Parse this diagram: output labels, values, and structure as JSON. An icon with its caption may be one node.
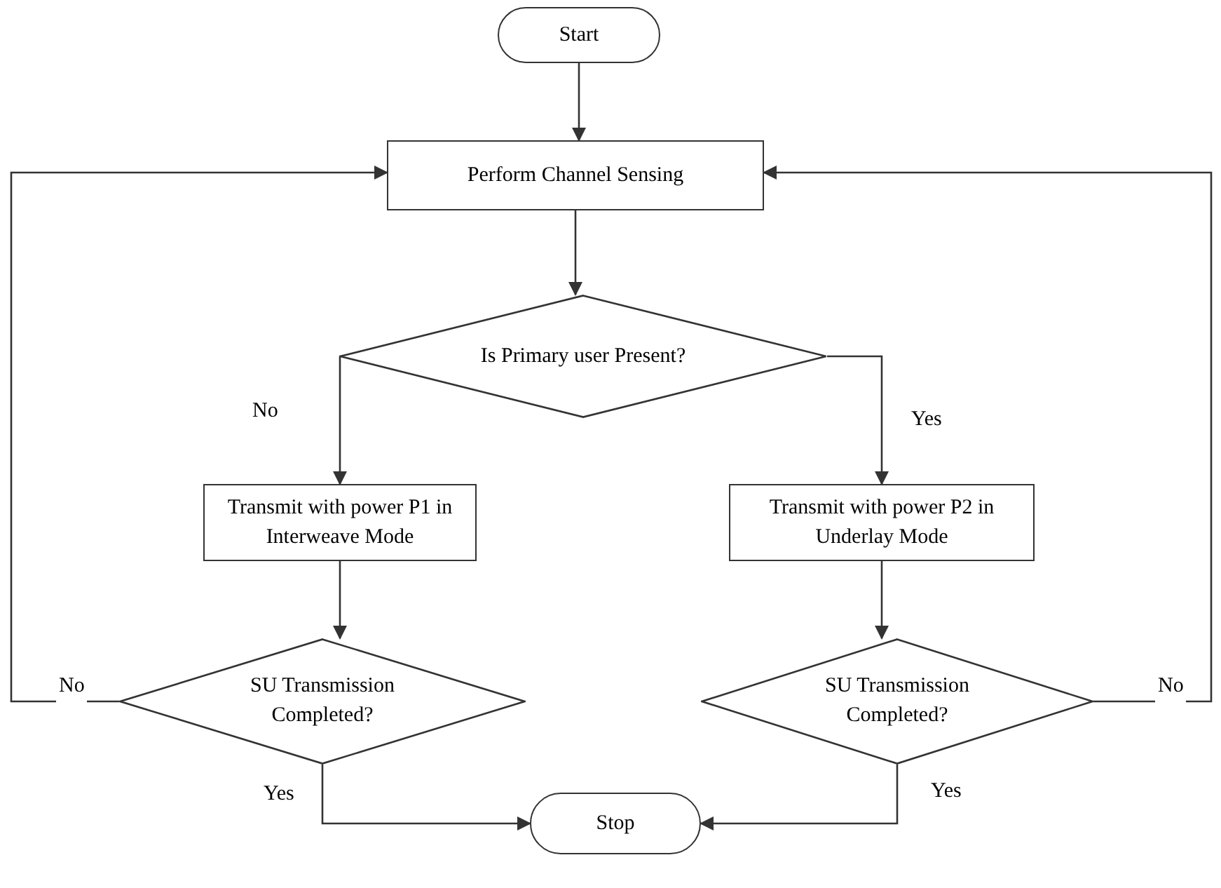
{
  "diagram": {
    "nodes": [
      {
        "text": [
          "Start"
        ]
      },
      {
        "text": [
          "Perform Channel Sensing"
        ]
      },
      {
        "text": [
          "Is Primary user Present?"
        ]
      },
      {
        "text": [
          "Transmit with power P1 in Interweave Mode"
        ]
      },
      {
        "text": [
          "Transmit with power P2 in Underlay Mode"
        ]
      },
      {
        "text": [
          "SU Transmission Completed?"
        ]
      },
      {
        "text": [
          "SU Transmission Completed?"
        ]
      },
      {
        "text": [
          "Stop"
        ]
      }
    ],
    "edges": [
      {
        "from": 0,
        "to": 1,
        "arrow": "to"
      },
      {
        "from": 1,
        "to": 2,
        "arrow": "to"
      },
      {
        "from": 2,
        "to": 3,
        "arrow": "to",
        "label": "No"
      },
      {
        "from": 2,
        "to": 4,
        "arrow": "to",
        "label": "Yes"
      },
      {
        "from": 3,
        "to": 5,
        "arrow": "to"
      },
      {
        "from": 4,
        "to": 6,
        "arrow": "to"
      },
      {
        "from": 5,
        "to": 1,
        "arrow": "to",
        "label": "No"
      },
      {
        "from": 6,
        "to": 1,
        "arrow": "to",
        "label": "No"
      },
      {
        "from": 5,
        "to": 7,
        "arrow": "to",
        "label": "Yes"
      },
      {
        "from": 6,
        "to": 7,
        "arrow": "to",
        "label": "Yes"
      }
    ]
  }
}
